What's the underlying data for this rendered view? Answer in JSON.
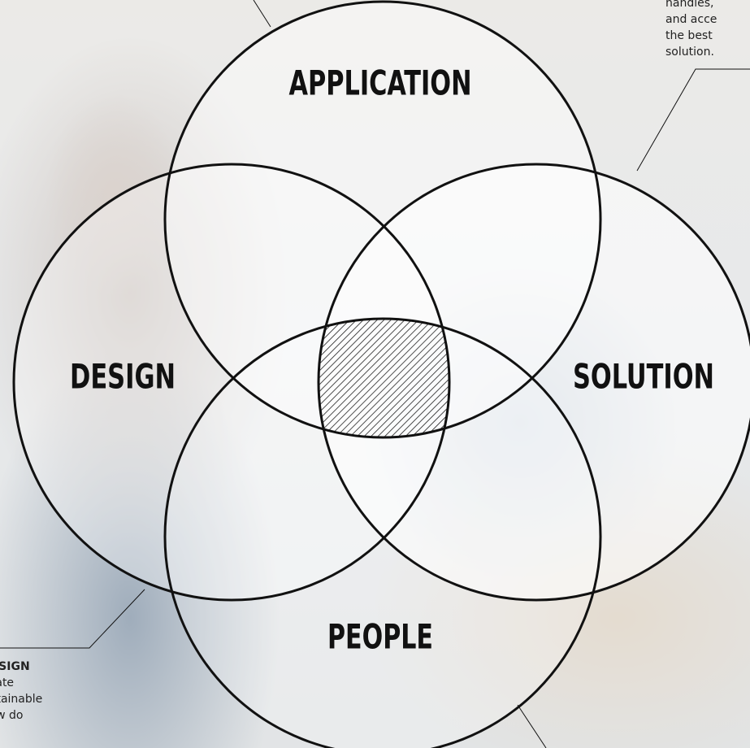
{
  "circles": {
    "application": "APPLICATION",
    "design": "DESIGN",
    "solution": "SOLUTION",
    "people": "PEOPLE"
  },
  "callout_top_right": {
    "lines": [
      "handles,",
      "and acce",
      "the best",
      "solution."
    ]
  },
  "callout_bottom_left": {
    "title": "DESIGN",
    "lines": [
      "facilitate",
      "sustainable",
      "How do"
    ]
  }
}
